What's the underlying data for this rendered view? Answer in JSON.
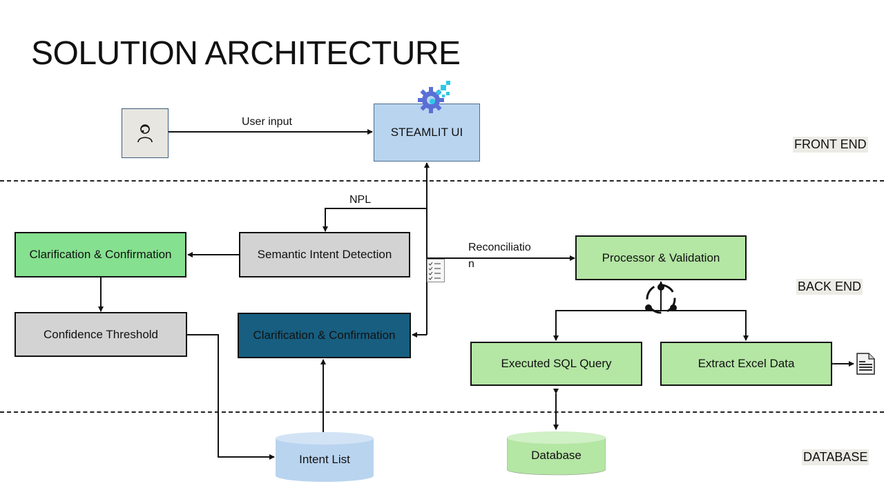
{
  "title": "SOLUTION ARCHITECTURE",
  "zones": {
    "front_end": "FRONT END",
    "back_end": "BACK END",
    "database": "DATABASE"
  },
  "nodes": {
    "user": {
      "icon": "user-headset-icon"
    },
    "streamlit_ui": {
      "label": "STEAMLIT UI",
      "icon": "gear-pixels-icon"
    },
    "clarification_green": {
      "label": "Clarification & Confirmation"
    },
    "semantic_intent": {
      "label": "Semantic Intent Detection"
    },
    "confidence_threshold": {
      "label": "Confidence Threshold"
    },
    "clarification_navy": {
      "label": "Clarification & Confirmation"
    },
    "processor_validation": {
      "label": "Processor & Validation"
    },
    "executed_sql": {
      "label": "Executed SQL Query"
    },
    "extract_excel": {
      "label": "Extract Excel Data"
    },
    "intent_list": {
      "label": "Intent List"
    },
    "database": {
      "label": "Database"
    }
  },
  "edge_labels": {
    "user_input": "User input",
    "npl": "NPL",
    "reconciliation_line1": "Reconciliatio",
    "reconciliation_line2": "n"
  },
  "colors": {
    "green": "#85e08f",
    "light_green": "#b4e6a4",
    "gray": "#d3d3d3",
    "navy": "#175e80",
    "light_blue": "#b9d4ef",
    "zone_bg": "#ecebe5"
  }
}
